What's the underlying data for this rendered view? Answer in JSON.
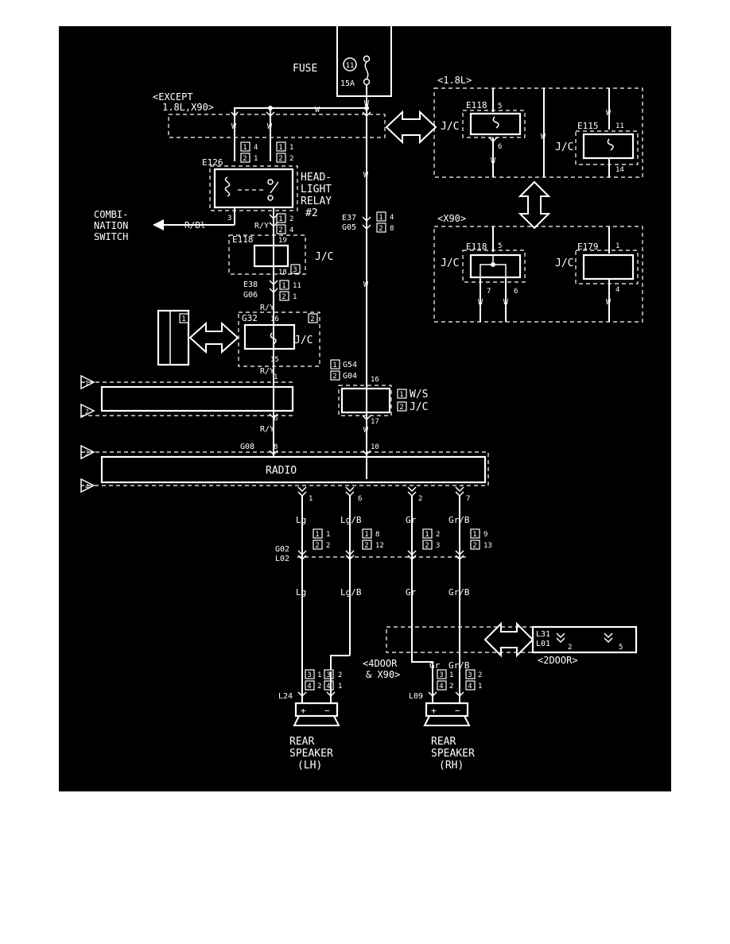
{
  "fuse": {
    "label": "FUSE",
    "number": "11",
    "rating": "15A"
  },
  "sections": {
    "except": "<EXCEPT",
    "except2": "1.8L,X90>",
    "l18": "<1.8L>",
    "x90": "<X90>",
    "door4": "<4DOOR",
    "door4b": "& X90>",
    "door2": "<2DOOR>"
  },
  "wire_colors": {
    "w": "W",
    "ry": "R/Y",
    "rbl": "R/Bl",
    "lg": "Lg",
    "lgb": "Lg/B",
    "gr": "Gr",
    "grb": "Gr/B"
  },
  "connectors": {
    "e126": "E126",
    "e118": "E118",
    "e115": "E115",
    "e179": "E179",
    "e37": "E37",
    "g05": "G05",
    "e38": "E38",
    "g06": "G06",
    "g32": "G32",
    "g54": "G54",
    "g04": "G04",
    "g08": "G08",
    "g02": "G02",
    "l02": "L02",
    "l24": "L24",
    "l09": "L09",
    "l31": "L31",
    "l01": "L01"
  },
  "components": {
    "relay1": "HEAD-",
    "relay2": "LIGHT",
    "relay3": "RELAY",
    "relay4": "#2",
    "jc": "J/C",
    "ws": "W/S",
    "radio": "RADIO",
    "combi1": "COMBI-",
    "combi2": "NATION",
    "combi3": "SWITCH",
    "spk1": "REAR",
    "spk2": "SPEAKER",
    "spk_lh": "(LH)",
    "spk_rh": "(RH)"
  },
  "variants": {
    "v1": "1",
    "v2": "2",
    "v3": "3",
    "v4": "4"
  },
  "pins": {
    "p1": "1",
    "p2": "2",
    "p3": "3",
    "p4": "4",
    "p5": "5",
    "p6": "6",
    "p7": "7",
    "p8": "8",
    "p9": "9",
    "p10": "10",
    "p11": "11",
    "p12": "12",
    "p13": "13",
    "p14": "14",
    "p15": "15",
    "p16": "16",
    "p17": "17",
    "p18": "18",
    "p19": "19"
  },
  "symbols": {
    "plus": "+",
    "minus": "−"
  }
}
